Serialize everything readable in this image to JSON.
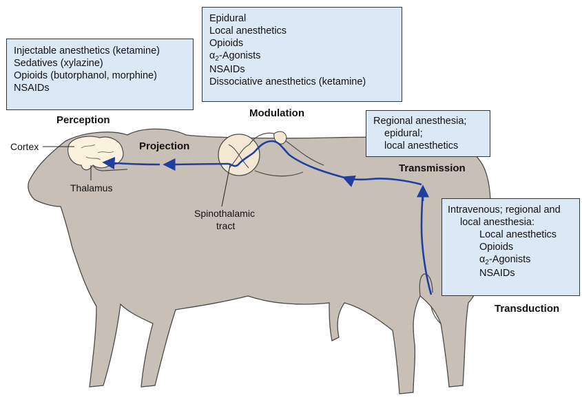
{
  "stages": {
    "perception": "Perception",
    "projection": "Projection",
    "modulation": "Modulation",
    "transmission": "Transmission",
    "transduction": "Transduction"
  },
  "anatomy": {
    "cortex": "Cortex",
    "thalamus": "Thalamus",
    "tract_line1": "Spinothalamic",
    "tract_line2": "tract"
  },
  "boxes": {
    "perception": {
      "lines": [
        "Injectable anesthetics (ketamine)",
        "Sedatives (xylazine)",
        "Opioids (butorphanol, morphine)",
        "NSAIDs"
      ]
    },
    "modulation": {
      "lines": [
        "Epidural",
        "Local anesthetics",
        "Opioids",
        "α",
        "2",
        "-Agonists",
        "NSAIDs",
        "Dissociative anesthetics (ketamine)"
      ]
    },
    "transmission": {
      "lines": [
        "Regional anesthesia;",
        "epidural;",
        "local anesthetics"
      ]
    },
    "transduction": {
      "lines": [
        "Intravenous; regional and",
        "local anesthesia:",
        "Local anesthetics",
        "Opioids",
        "α",
        "2",
        "-Agonists",
        "NSAIDs"
      ]
    }
  },
  "colors": {
    "body": "#c8bfb6",
    "outline": "#4a4a4a",
    "pathway": "#1f3f9f",
    "box_fill": "#dbe8f5",
    "brain": "#fbf1dc",
    "cord": "#f4e7d4"
  }
}
